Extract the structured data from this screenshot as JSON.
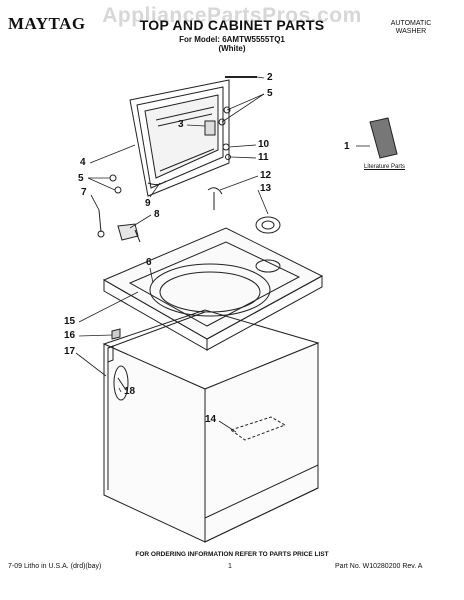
{
  "watermark": "AppliancePartsPros.com",
  "header": {
    "brand": "MAYTAG",
    "title": "TOP AND CABINET PARTS",
    "model": "For Model: 6AMTW5555TQ1",
    "color": "(White)",
    "product_line1": "AUTOMATIC",
    "product_line2": "WASHER"
  },
  "literature_label": "Literature Parts",
  "callouts": [
    "1",
    "2",
    "3",
    "4",
    "5",
    "5",
    "6",
    "7",
    "8",
    "9",
    "10",
    "11",
    "12",
    "13",
    "14",
    "15",
    "16",
    "17",
    "18"
  ],
  "order_info": "FOR ORDERING INFORMATION REFER TO PARTS PRICE LIST",
  "footer": {
    "left": "7-09 Litho in U.S.A. (drd)(bay)",
    "center": "1",
    "right": "Part No. W10280200 Rev. A"
  }
}
